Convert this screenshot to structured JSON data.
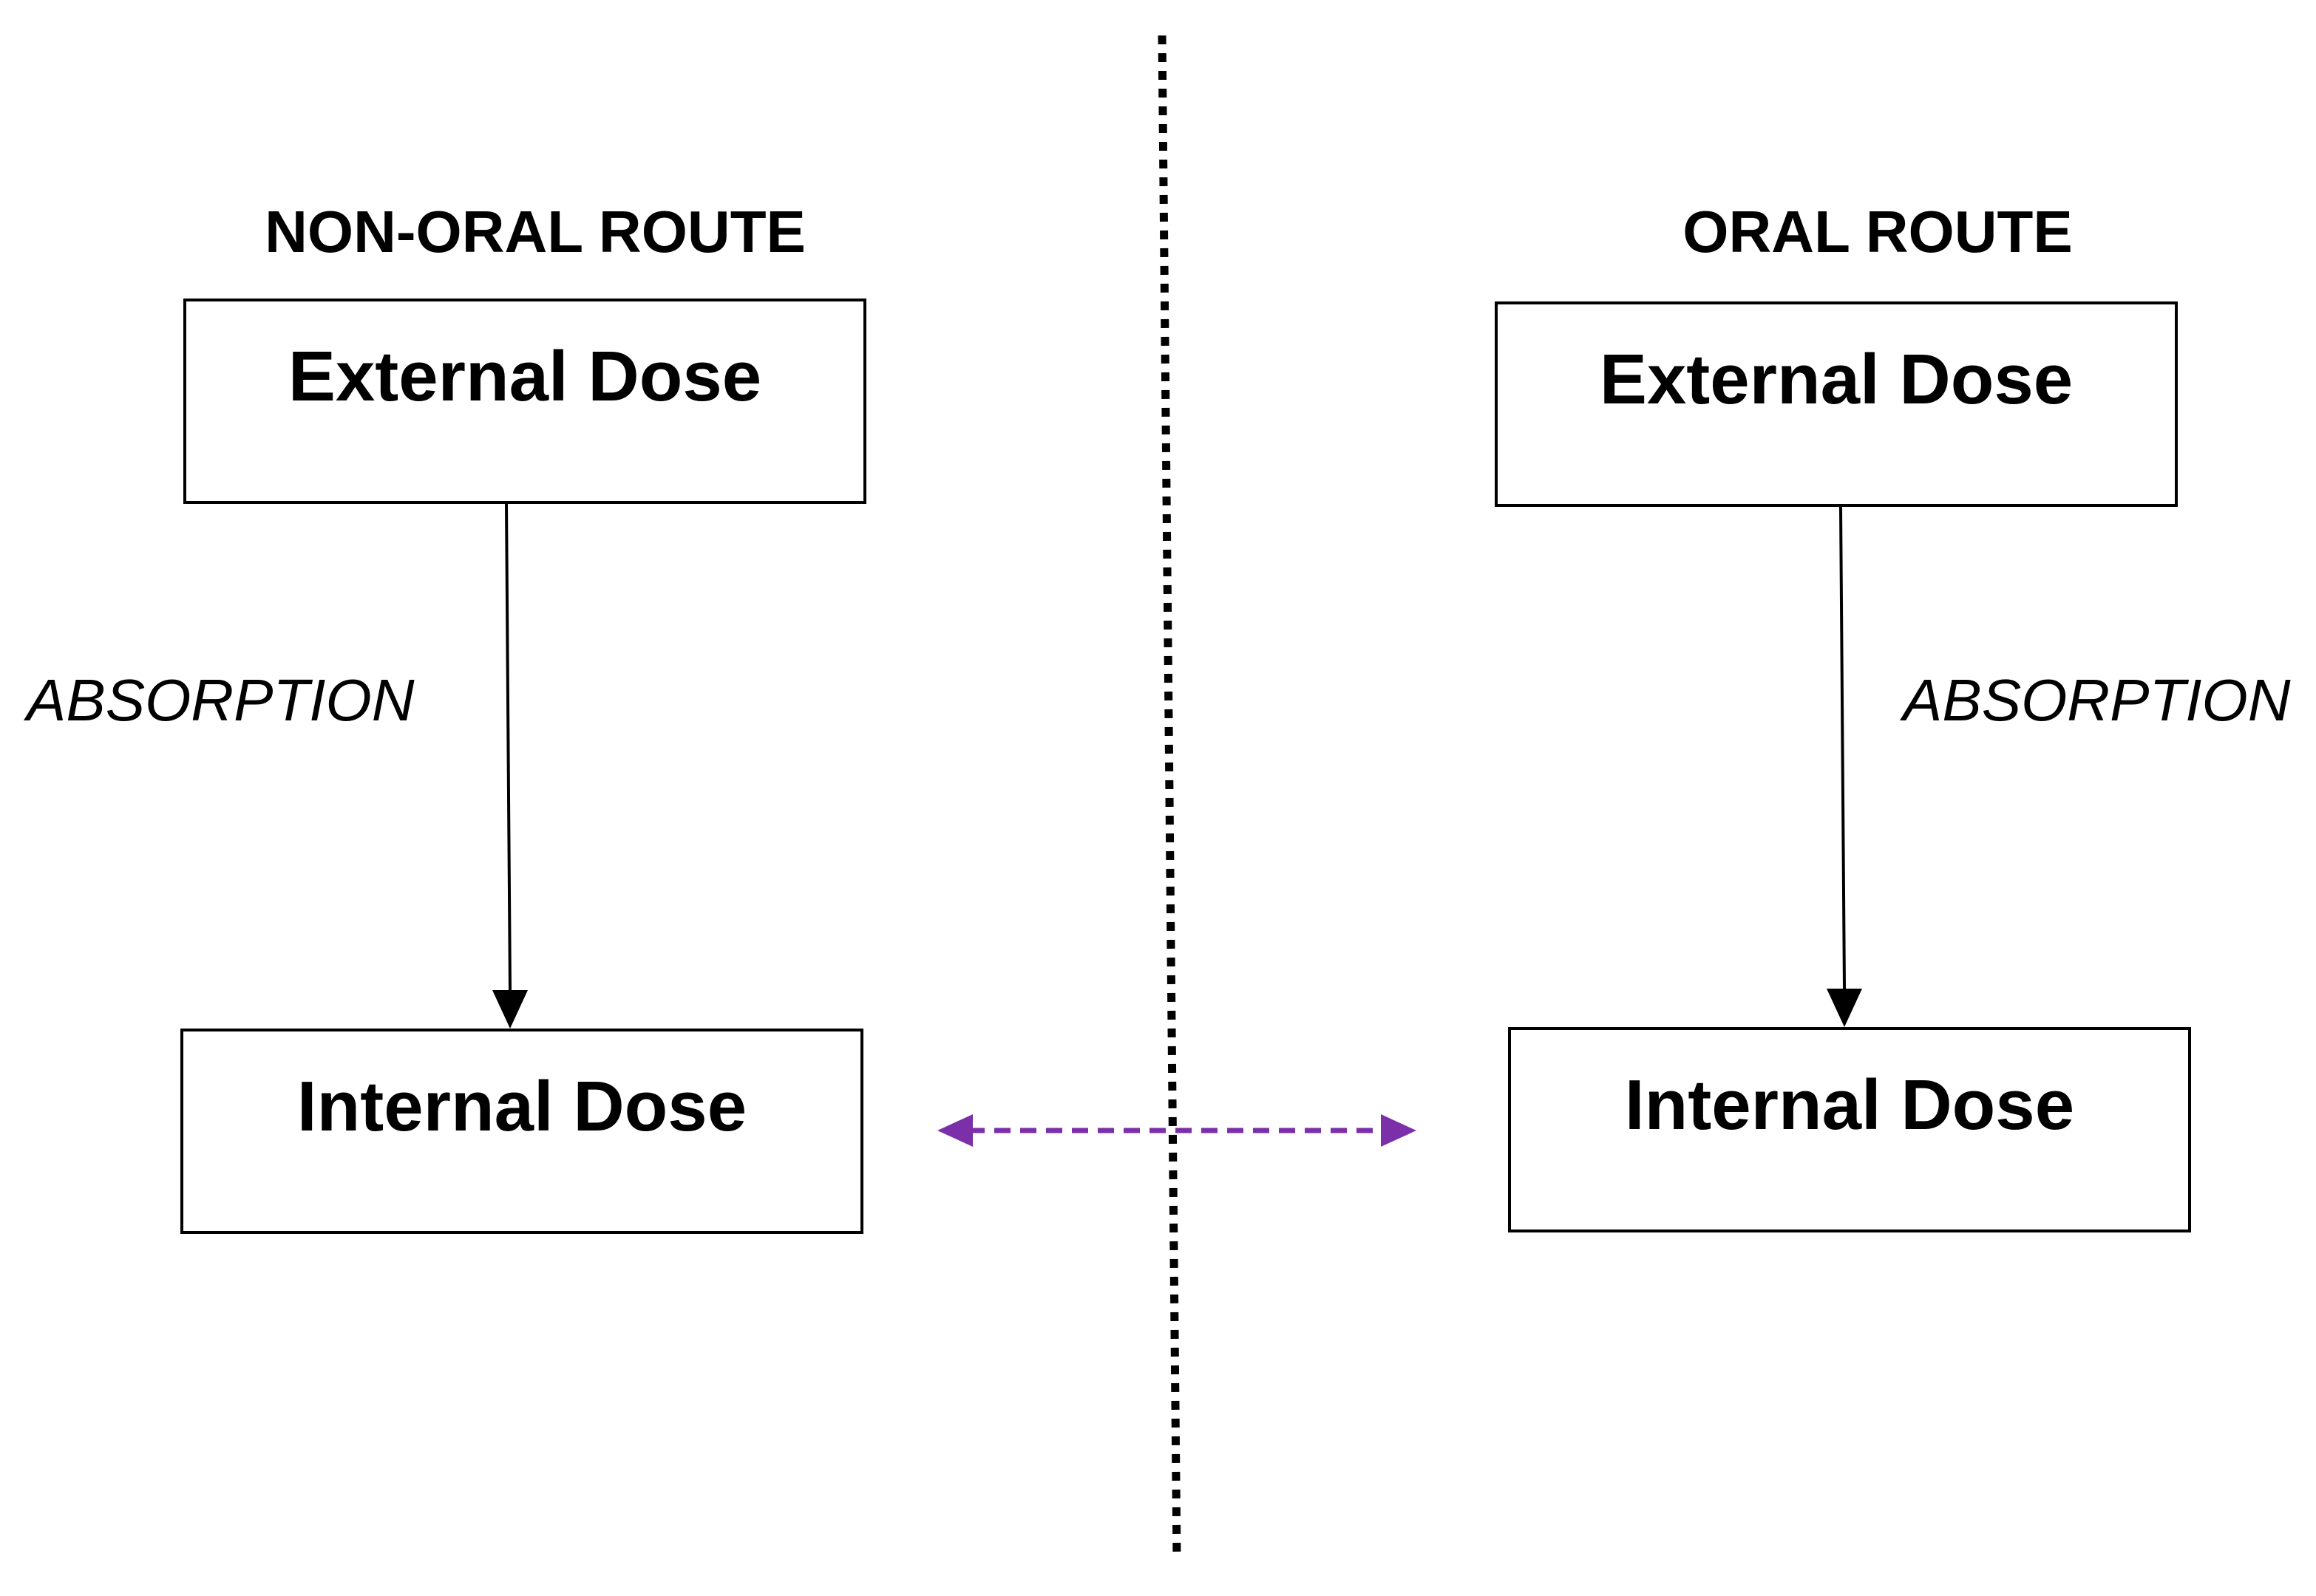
{
  "left_panel": {
    "heading": "NON-ORAL ROUTE",
    "top_box": "External Dose",
    "bottom_box": "Internal Dose",
    "process_label": "ABSORPTION"
  },
  "right_panel": {
    "heading": "ORAL ROUTE",
    "top_box": "External Dose",
    "bottom_box": "Internal Dose",
    "process_label": "ABSORPTION"
  },
  "colors": {
    "line": "#000000",
    "comparison_arrow": "#7b2fa8"
  }
}
